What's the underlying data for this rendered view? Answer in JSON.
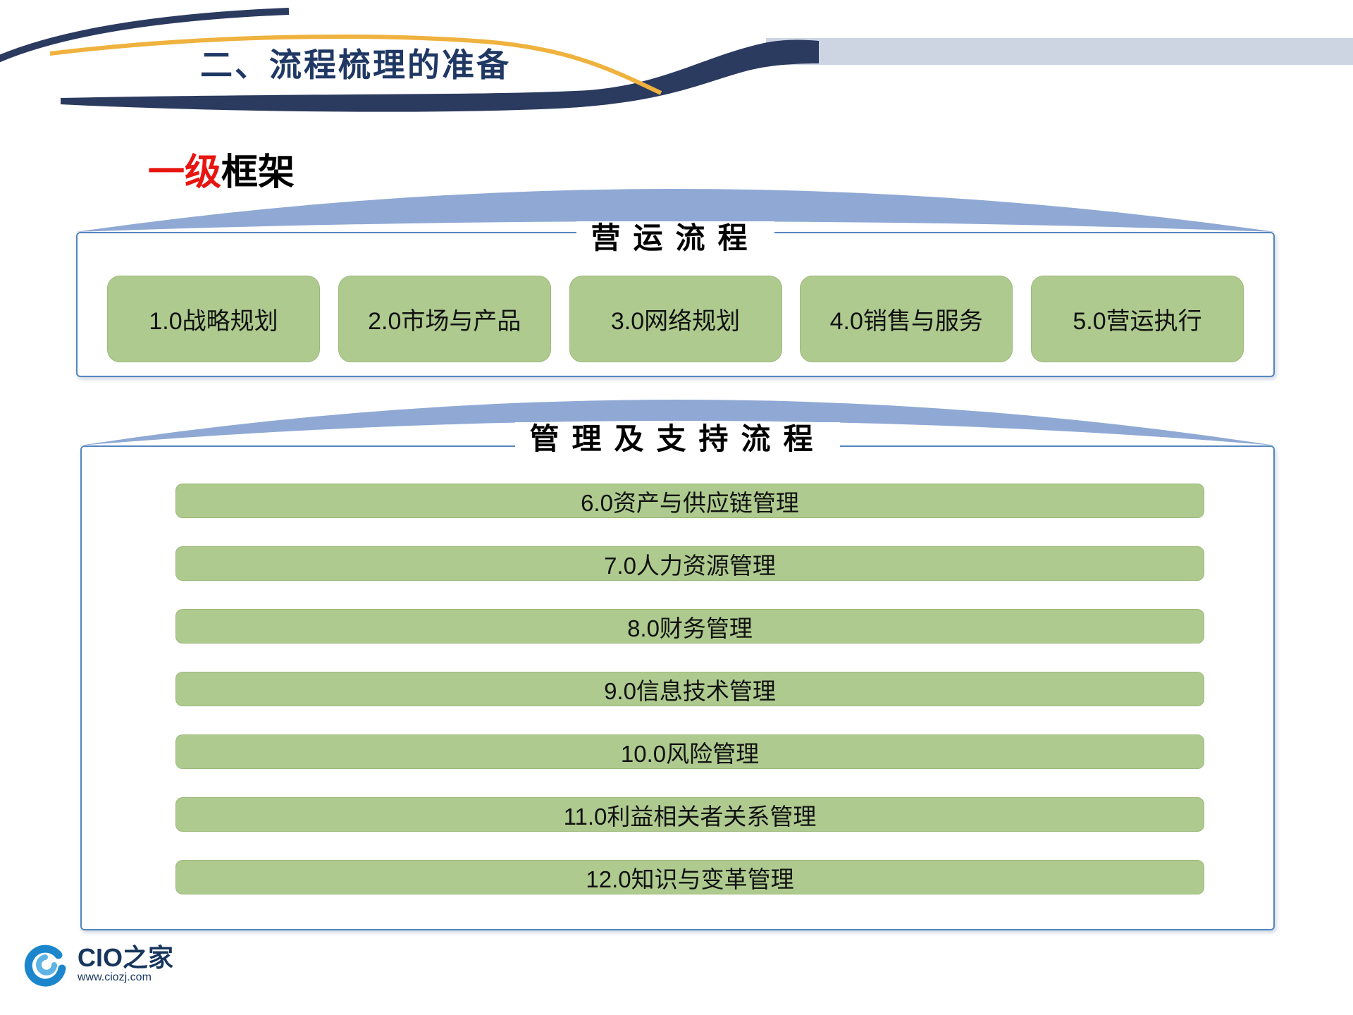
{
  "header": {
    "title": "二、流程梳理的准备"
  },
  "section": {
    "label_red": "一级",
    "label_black": "框架"
  },
  "operations": {
    "title": "营运流程",
    "items": [
      "1.0战略规划",
      "2.0市场与产品",
      "3.0网络规划",
      "4.0销售与服务",
      "5.0营运执行"
    ]
  },
  "support": {
    "title": "管理及支持流程",
    "items": [
      "6.0资产与供应链管理",
      "7.0人力资源管理",
      "8.0财务管理",
      "9.0信息技术管理",
      "10.0风险管理",
      "11.0利益相关者关系管理",
      "12.0知识与变革管理"
    ]
  },
  "footer": {
    "brand": "CIO之家",
    "website": "www.ciozj.com"
  },
  "colors": {
    "title_navy": "#203864",
    "red": "#e8140f",
    "navy": "#2b3a5f",
    "gold": "#f0b23e",
    "band": "#cdd5e3",
    "dome": "#8fa9d4",
    "accent_border": "#5585c0",
    "green": "#aeca8e"
  }
}
